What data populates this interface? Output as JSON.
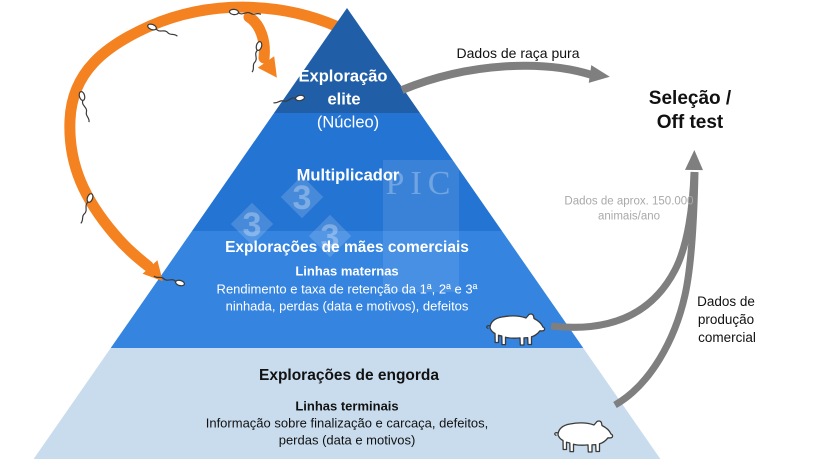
{
  "colors": {
    "level1": "#205fa8",
    "level2": "#2474d3",
    "level3": "#3484e0",
    "level4": "#c9dcee",
    "orange": "#f58220",
    "arrow_gray": "#7f7f7f",
    "muted_text": "#a9a9a9"
  },
  "pyramid": {
    "levels": [
      {
        "name": "exploracao-elite",
        "title_line1": "Exploração",
        "title_line2": "elite",
        "subtitle": "(Núcleo)"
      },
      {
        "name": "multiplicador",
        "title": "Multiplicador"
      },
      {
        "name": "exploracoes-maes-comerciais",
        "title": "Explorações de mães comerciais",
        "subtitle": "Linhas maternas",
        "detail_line1": "Rendimento e taxa de retenção da 1ª, 2ª e 3ª",
        "detail_line2": "ninhada, perdas (data e motivos), defeitos"
      },
      {
        "name": "exploracoes-engorda",
        "title": "Explorações de engorda",
        "subtitle": "Linhas terminais",
        "detail_line1": "Informação sobre finalização e carcaça, defeitos,",
        "detail_line2": "perdas (data e motivos)"
      }
    ]
  },
  "annotations": {
    "pure_breed_data": "Dados de raça pura",
    "selection_line1": "Seleção /",
    "selection_line2": "Off test",
    "approx_data_line1": "Dados de aprox. 150.000",
    "approx_data_line2": "animais/ano",
    "commercial_data_line1": "Dados de",
    "commercial_data_line2": "produção",
    "commercial_data_line3": "comercial"
  },
  "watermark": {
    "digit": "3",
    "brand": "PIC"
  }
}
